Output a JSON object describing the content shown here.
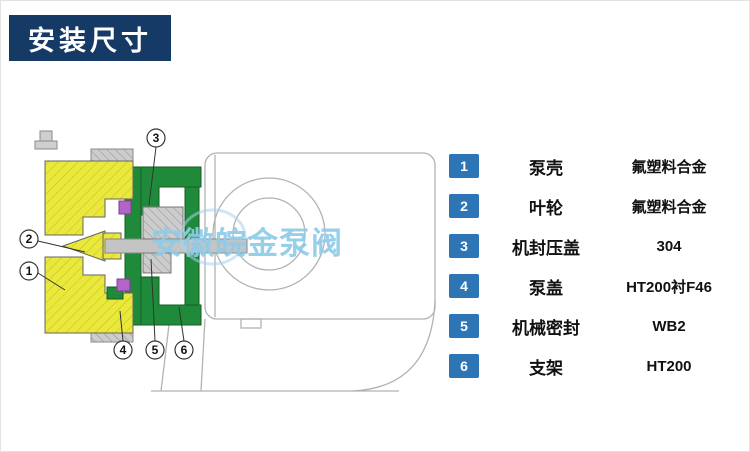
{
  "banner": {
    "title": "安装尺寸"
  },
  "watermark": {
    "text": "安徽皖金泵阀"
  },
  "diagram": {
    "callouts": [
      {
        "num": "1"
      },
      {
        "num": "2"
      },
      {
        "num": "3"
      },
      {
        "num": "4"
      },
      {
        "num": "5"
      },
      {
        "num": "6"
      }
    ]
  },
  "table": {
    "rows": [
      {
        "num": "1",
        "part": "泵壳",
        "material": "氟塑料合金"
      },
      {
        "num": "2",
        "part": "叶轮",
        "material": "氟塑料合金"
      },
      {
        "num": "3",
        "part": "机封压盖",
        "material": "304"
      },
      {
        "num": "4",
        "part": "泵盖",
        "material": "HT200衬F46"
      },
      {
        "num": "5",
        "part": "机械密封",
        "material": "WB2"
      },
      {
        "num": "6",
        "part": "支架",
        "material": "HT200"
      }
    ]
  },
  "colors": {
    "banner_bg": "#153a66",
    "badge_bg": "#2e75b6",
    "diagram_yellow": "#e9e83b",
    "diagram_green": "#1f8b3a",
    "diagram_purple": "#b264c8",
    "outline_gray": "#b2b2b2",
    "watermark_blue": "#8ecbe8"
  }
}
